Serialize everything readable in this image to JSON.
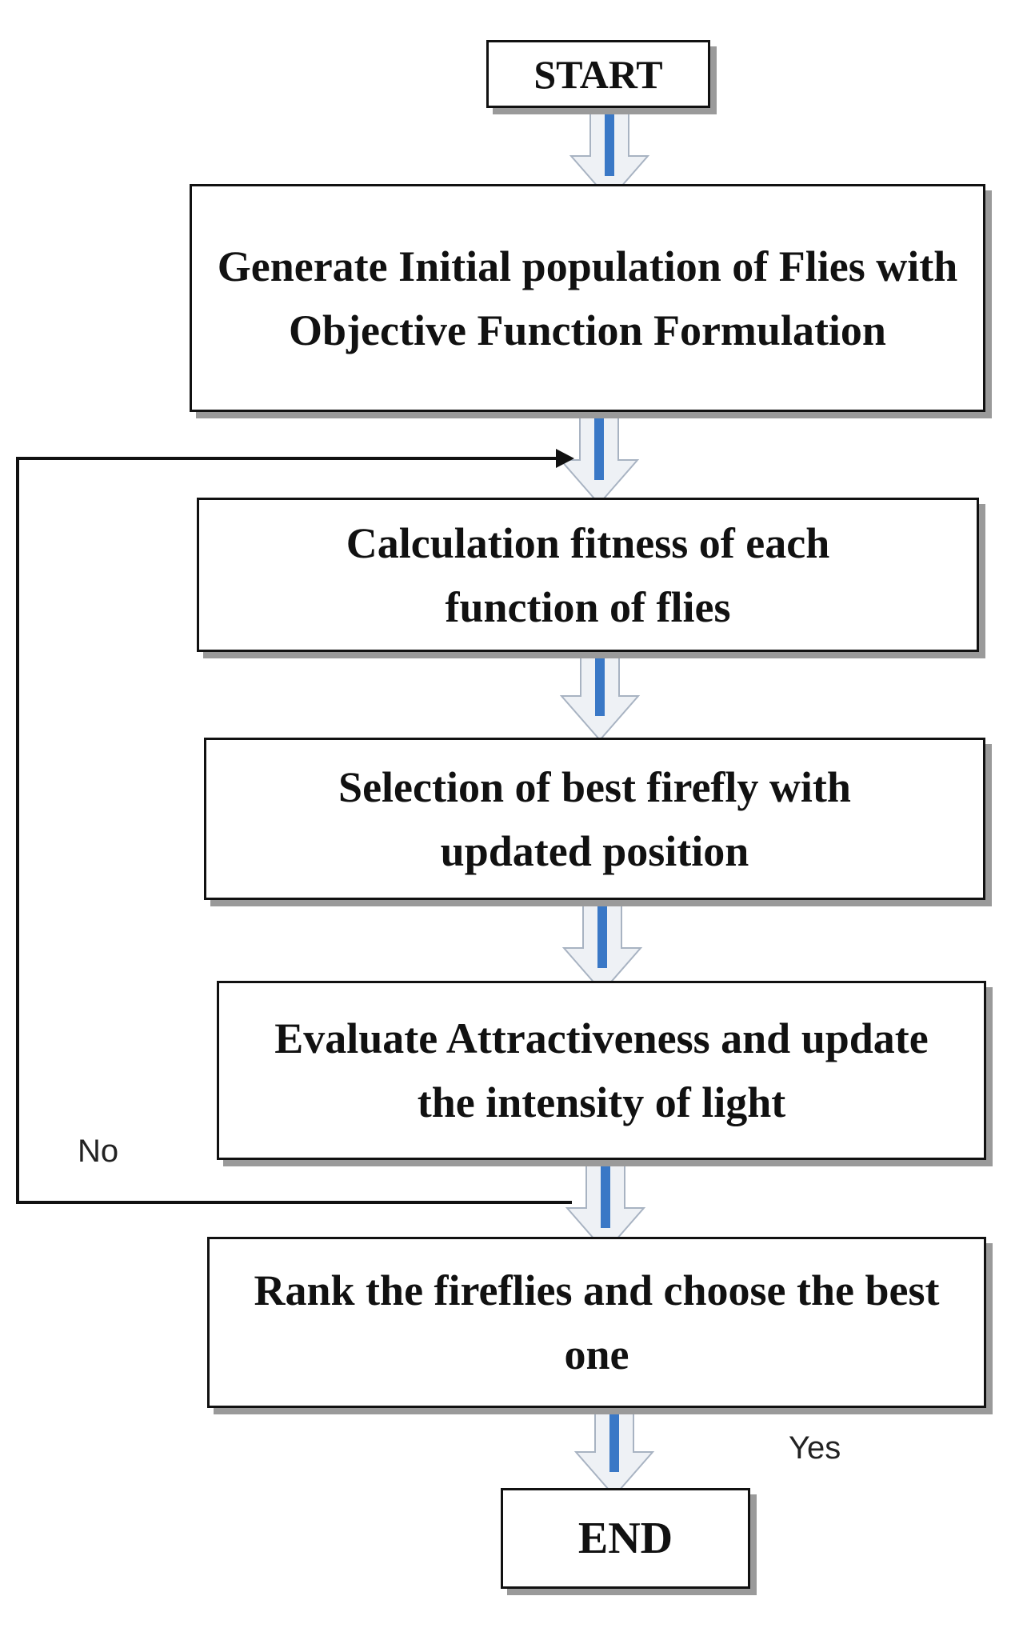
{
  "nodes": {
    "start": "START",
    "generate": "Generate Initial population of Flies with Objective Function Formulation",
    "calculate": "Calculation fitness of each function of flies",
    "select": "Selection of best firefly with updated position",
    "evaluate": "Evaluate Attractiveness and update the intensity of light",
    "rank": "Rank the fireflies and choose the best one",
    "end": "END"
  },
  "edges": {
    "no": "No",
    "yes": "Yes"
  }
}
